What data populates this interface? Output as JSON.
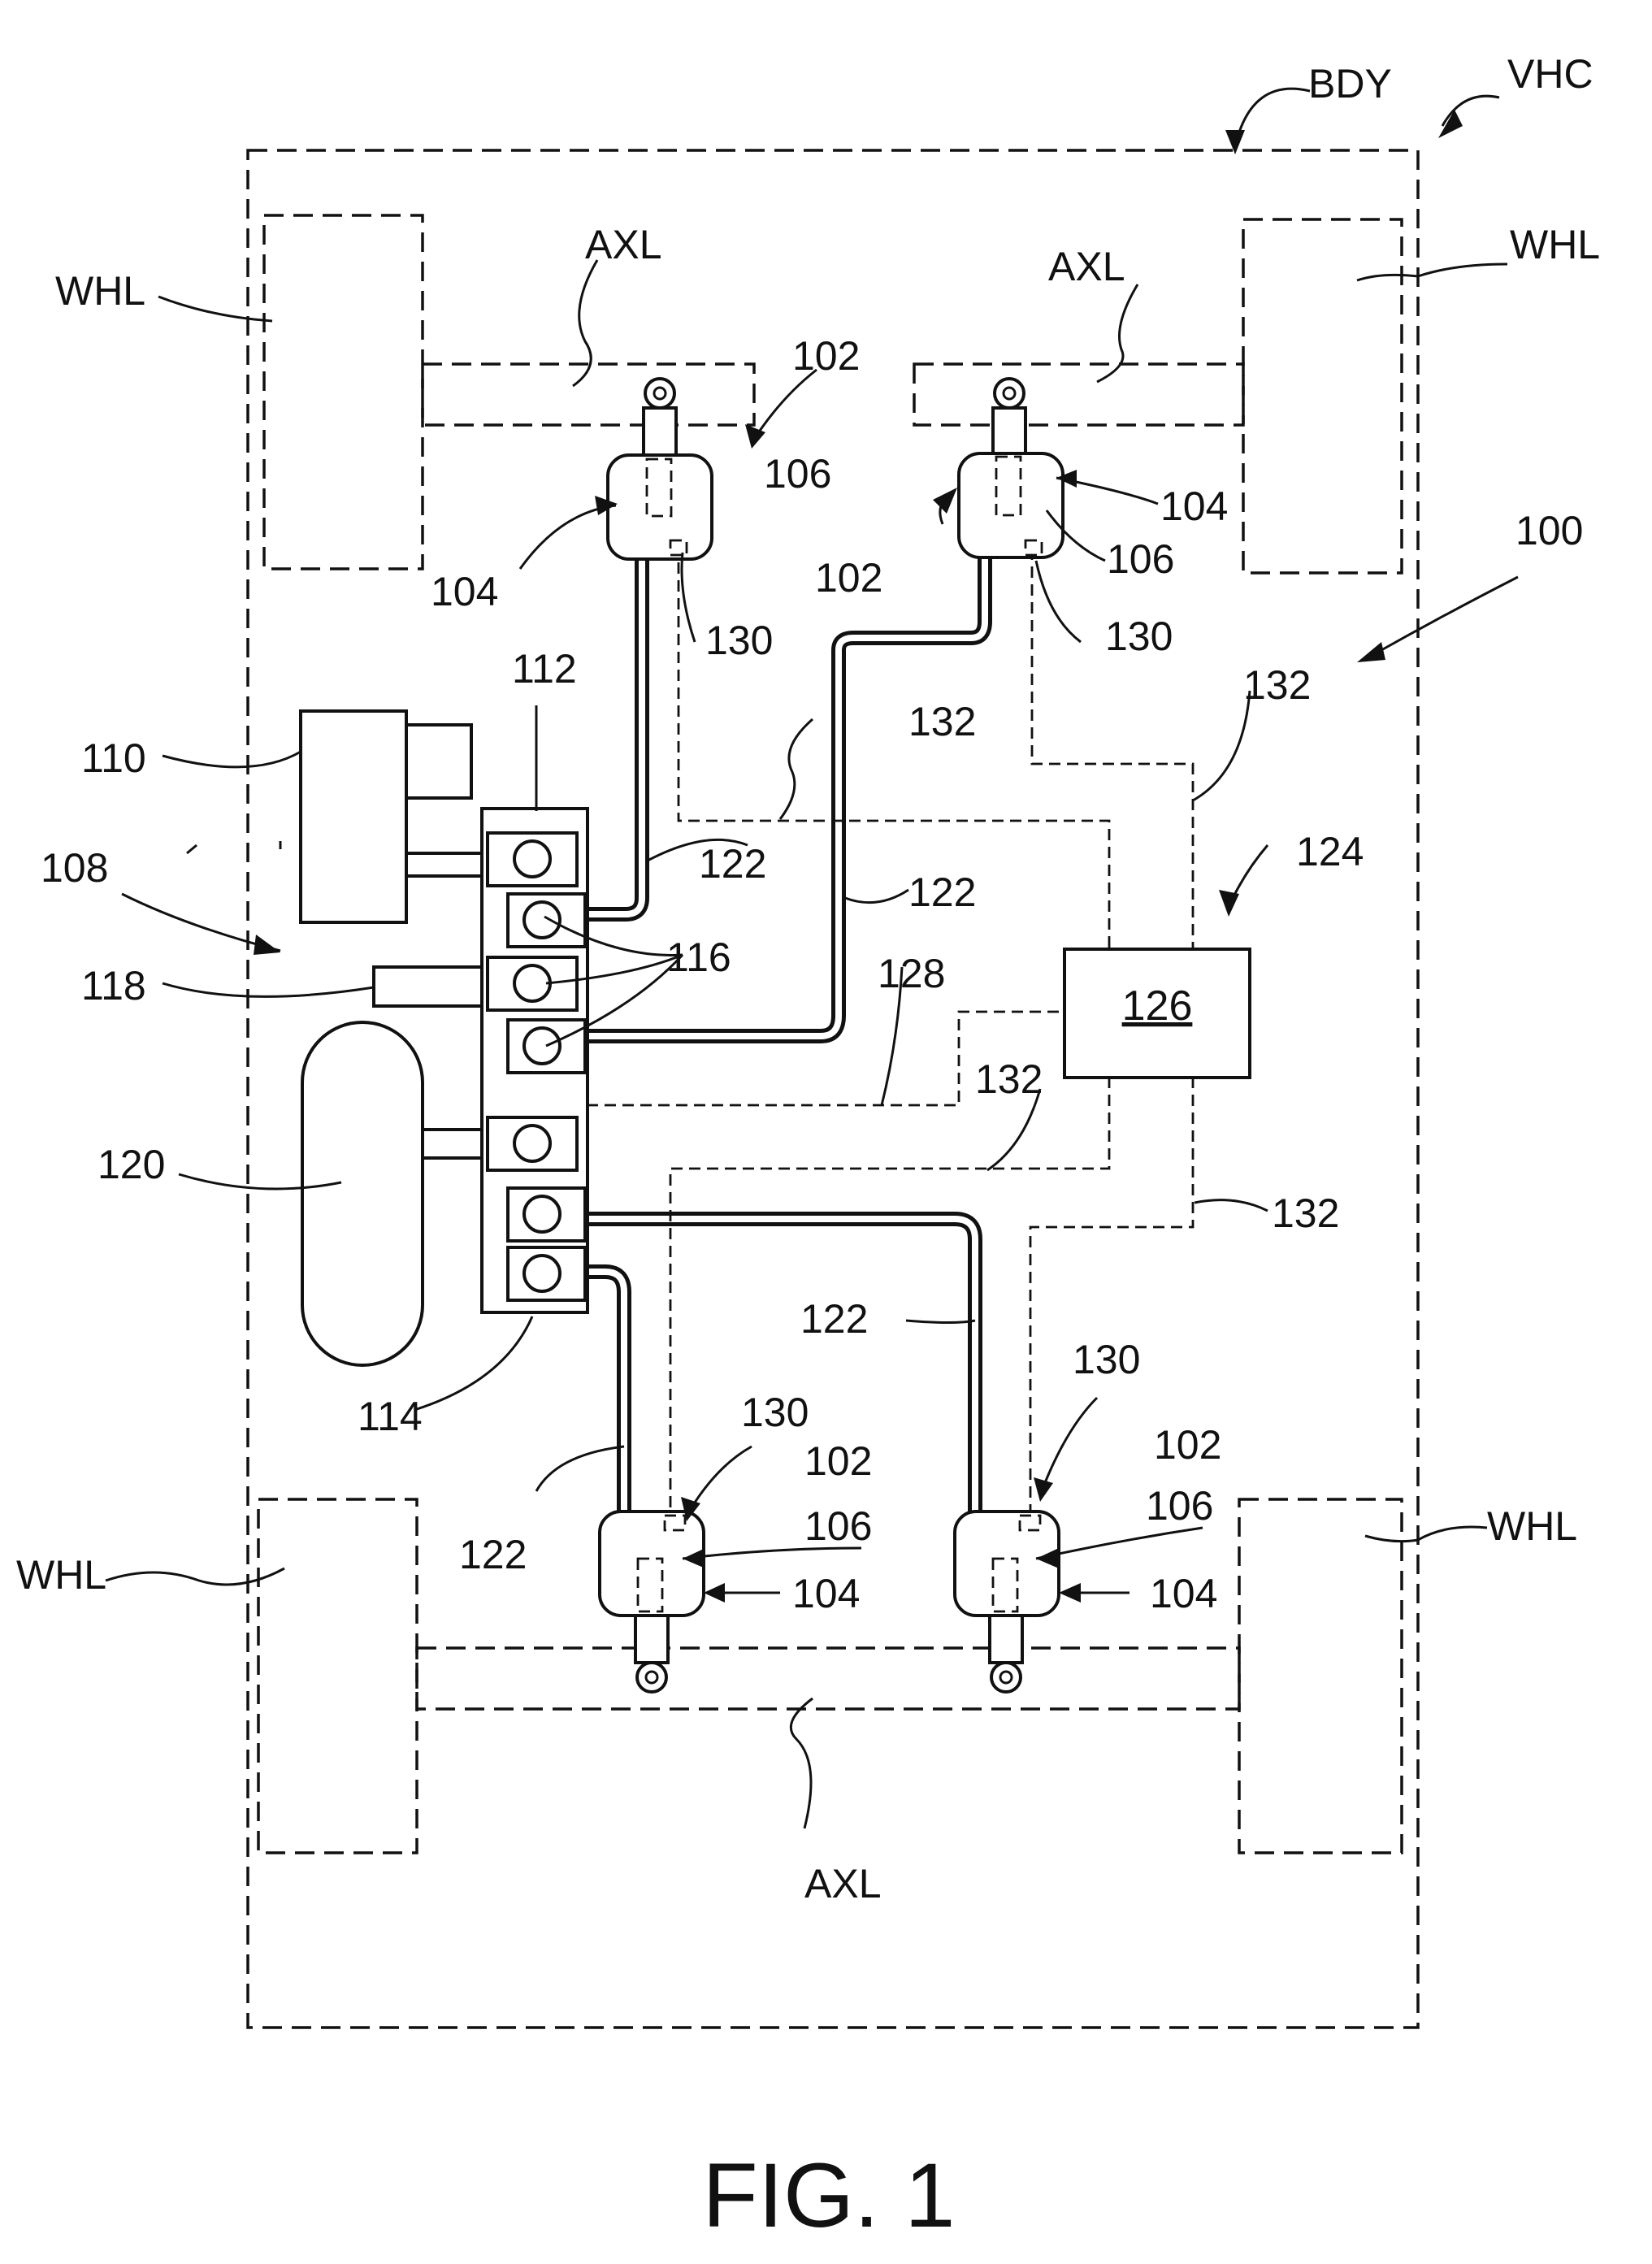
{
  "figure": {
    "caption": "FIG. 1",
    "component_126": "126"
  },
  "labels": {
    "vhc": "VHC",
    "bdy": "BDY",
    "whl_tl": "WHL",
    "whl_tr": "WHL",
    "whl_bl": "WHL",
    "whl_br": "WHL",
    "axl_tl": "AXL",
    "axl_tr": "AXL",
    "axl_b": "AXL",
    "n100": "100",
    "n102_tl": "102",
    "n102_tr": "102",
    "n102_bl": "102",
    "n102_br": "102",
    "n104_tl": "104",
    "n104_tr": "104",
    "n104_bl": "104",
    "n104_br": "104",
    "n106_tl": "106",
    "n106_tr": "106",
    "n106_bl": "106",
    "n106_br": "106",
    "n108": "108",
    "n110": "110",
    "n112": "112",
    "n114": "114",
    "n116": "116",
    "n118": "118",
    "n120": "120",
    "n122_a": "122",
    "n122_b": "122",
    "n122_c": "122",
    "n122_d": "122",
    "n124": "124",
    "n128": "128",
    "n130_tl": "130",
    "n130_tr": "130",
    "n130_bl": "130",
    "n130_br": "130",
    "n132_a": "132",
    "n132_b": "132",
    "n132_c": "132",
    "n132_d": "132"
  }
}
